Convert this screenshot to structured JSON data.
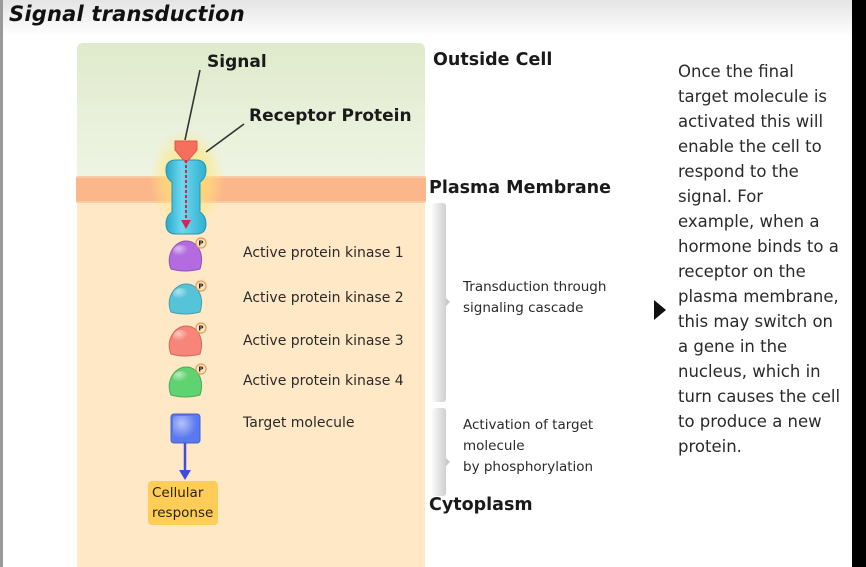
{
  "title": "Signal transduction",
  "diagram": {
    "signal_label": "Signal",
    "receptor_label": "Receptor Protein",
    "regions": {
      "outside": "Outside Cell",
      "membrane": "Plasma Membrane",
      "cytoplasm": "Cytoplasm"
    },
    "phosphate_symbol": "P",
    "kinases": [
      {
        "label": "Active protein kinase 1",
        "color": "#b46be0"
      },
      {
        "label": "Active protein kinase 2",
        "color": "#55c3d8"
      },
      {
        "label": "Active protein kinase 3",
        "color": "#f7857a"
      },
      {
        "label": "Active protein kinase 4",
        "color": "#5fd372"
      }
    ],
    "target_label": "Target molecule",
    "target_color": "#5a78f0",
    "cellular_response": [
      "Cellular",
      "response"
    ],
    "steps": {
      "transduction": [
        "Transduction through",
        "signaling cascade"
      ],
      "activation": [
        "Activation of target",
        "molecule",
        "by phosphorylation"
      ]
    }
  },
  "explanation_lines": [
    "Once the final",
    "target molecule is",
    "activated this will",
    "enable the cell to",
    "respond to the",
    "signal. For",
    "example,  when a",
    "hormone binds to a",
    "receptor on the",
    "plasma membrane,",
    "this may switch on",
    "a gene in the",
    "nucleus, which in",
    "turn causes the cell",
    "to produce a new",
    "protein."
  ],
  "colors": {
    "membrane": "#fbb68a",
    "outside": "#e3edd3",
    "cytoplasm": "#ffe8c6",
    "receptor": "#3fc1dc",
    "signal": "#f56f5f",
    "response_box": "#fdcd57"
  }
}
